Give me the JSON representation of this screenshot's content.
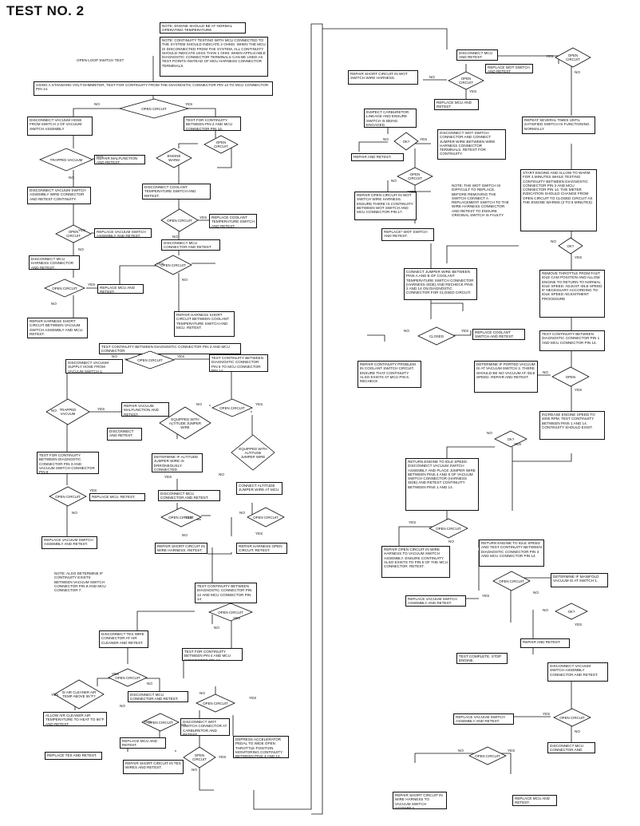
{
  "title": "TEST NO. 2",
  "notes": {
    "engine": "NOTE: ENGINE SHOULD BE AT NORMAL OPERATING TEMPERATURE",
    "continuity": "NOTE: CONTINUITY TESTING WITH MCU CONNECTED TO THE SYSTEM SHOULD INDICATE 2 OHMS. WHEN THE MCU IS DISCONNECTED FROM THE SYSTEM, ALL CONTINUITY SHOULD INDICATE LESS THAN 1 OHM. WHEN APPLICABLE DIAGNOSTIC CONNECTOR TERMINALS CAN BE USED AS TEST POINTS INSTEAD OF MCU HARNESS CONNECTOR TERMINALS.",
    "also": "NOTE: ALSO DETERMINE IF CONTINUITY EXISTS BETWEEN VACUUM SWITCH CONNECTOR PIN 8 AND MCU CONNECTOR 7.",
    "wot": "NOTE: THE WOT SWITCH IS DIFFICULT TO REPLACE. BEFORE REMOVING THE SWITCH CONNECT A REPLACEMENT SWITCH TO THE WIRE HARNESS CONNECTOR AND RETEST TO ENSURE ORIGINAL SWITCH IS FAULTY"
  },
  "left": {
    "open_loop": "OPEN LOOP SWITCH TEST",
    "using": "USING A STANDARD VOLT-OHMMETER, TEST FOR CONTINUITY FROM THE DIAGNOSTIC CONNECTOR PIN 13 TO MCU CONNECTOR PIN 14.",
    "open1": "OPEN CIRCUIT",
    "disc_vac_hose": "DISCONNECT VACUUM HOSE FROM SWITCH 2 OF VACUUM SWITCH ASSEMBLY",
    "test_pin2": "TEST FOR CONTINUITY BETWEEN PIN 2 AND MCU CONNECTOR PIN 14.",
    "trapped1": "TRAPPED VACUUM",
    "repair_malf1": "REPAIR MALFUNCTION AND RETEST.",
    "engine_warm": "ENGINE WARM",
    "open2": "OPEN CIRCUIT",
    "disc_vac_wire": "DISCONNECT VACUUM SWITCH ASSEMBLY WIRE CONNECTOR AND RETEST CONTINUITY.",
    "disc_coolant": "DISCONNECT COOLANT TEMPERATURE SWITCH AND RETEST.",
    "open3": "OPEN CIRCUIT",
    "replace_vac1": "REPLACE VACUUM SWITCH ASSEMBLY AND RETEST.",
    "open4": "OPEN CIRCUIT",
    "replace_coolant": "REPLACE COOLANT TEMPERATURE SWITCH AND RETEST.",
    "disc_mcu1": "DISCONNECT MCU CONNECTOR AND RETEST",
    "disc_mcu_harness": "DISCONNECT MCU HARNESS CONNECTOR AND RETEST.",
    "open5": "OPEN CIRCUIT",
    "open6": "OPEN CIRCUIT",
    "replace_mcu1": "REPLACE MCU AND RETEST.",
    "repair_short1": "REPAIR HARNESS SHORT CIRCUIT BETWEEN VACUUM SWITCH ASSEMBLY AND MCU. RETEST.",
    "repair_short2": "REPAIR HARNESS SHORT CIRCUIT BETWEEN COOLANT TEMPERATURE SWITCH AND MCU. RETEST.",
    "test_pin3": "TEST CONTINUITY BETWEEN DIAGNOSTIC CONNECTOR PIN 3 AND MCU CONNECTOR",
    "disc_vac_supply": "DISCONNECT VACUUM SUPPLY HOSE FROM VACUUM SWITCH 1.",
    "open7": "OPEN CIRCUIT",
    "test_pin5": "TEST CONTINUITY BETWEEN DIAGNOSTIC CONNECTOR PIN 5 TO MCU CONNECTOR PIN 14.",
    "trapped2": "TRAPPED VACUUM",
    "repair_vac_malf": "REPAIR VACUUM MALFUNCTION AND RETEST.",
    "open8": "OPEN CIRCUIT",
    "equipped1": "EQUIPPED WITH ALTITUDE JUMPER WIRE",
    "disconnect_retest": "DISCONNECT AND RETEST.",
    "test_pin3_vac": "TEST FOR CONTINUITY BETWEEN DIAGNOSTIC CONNECTOR PIN 3 AND VACUUM SWITCH CONNECTOR PIN 8",
    "determine_alt": "DETERMINE IF ALTITUDE JUMPER WIRE IS ERRONEOUSLY CONNECTED.",
    "equipped2": "EQUIPPED WITH ALTITUDE JUMPER WIRE",
    "open9": "OPEN CIRCUIT",
    "disc_mcu2": "DISCONNECT MCU CONNECTOR AND RETEST",
    "connect_alt": "CONNECT ALTITUDE JUMPER WIRE AT MCU",
    "replace_mcu2": "REPLACE MCU. RETEST.",
    "open10": "OPEN CIRCUIT",
    "replace_vac2": "REPLACE VACUUM SWITCH ASSEMBLY AND RETEST.",
    "repair_short_wire": "REPAIR SHORT CIRCUIT IN WIRE HARNESS. RETEST.",
    "open11": "OPEN CIRCUIT",
    "repair_harness_open": "REPAIR HARNESS OPEN CIRCUIT. RETEST.",
    "test_pin12": "TEST CONTINUITY BETWEEN DIAGNOSTIC CONNECTOR PIN 12 AND MCU CONNECTOR PIN 14",
    "open12": "OPEN CIRCUIT",
    "disc_tes": "DISCONNECT TES WIRE CONNECTOR AT AIR CLEANER AND RETEST.",
    "open13": "OPEN CIRCUIT",
    "is_air": "IS AIR CLEANER AIR TEMP ABOVE 55°F?",
    "disc_mcu3": "DISCONNECT MCU CONNECTOR AND RETEST.",
    "test_pin4": "TEST FOR CONTINUITY BETWEEN PIN 4 AND MCU CONNECTOR PIN 14.",
    "allow_air": "ALLOW AIR CLEANER AIR TEMPERATURE TO HEAT TO 66°F AND RETEST.",
    "open14": "OPEN CIRCUIT",
    "open15": "OPEN CIRCUIT",
    "disc_wot": "DISCONNECT WOT SWITCH CONNECTOR AT CARBURETOR AND RETEST.",
    "replace_mcu3": "REPLACE MCU AND RETEST.",
    "replace_tes": "REPLACE TES AND RETEST.",
    "repair_short_tes": "REPAIR SHORT CIRCUIT IN TES WIRES AND RETEST.",
    "open16": "OPEN CIRCUIT",
    "depress": "DEPRESS ACCELERATOR PEDAL TO WIDE OPEN THROTTLE POSITION MONITORING CONTINUITY BETWEEN PINS 4 AND 14."
  },
  "middle": {
    "disc_mcu": "DISCONNECT MCU AND RETEST.",
    "open_a": "OPEN CIRCUIT",
    "repair_short_wot": "REPAIR SHORT CIRCUIT IN WOT SWITCH WIRE HARNESS.",
    "replace_wot1": "REPLACE WOT SWITCH AND RETEST",
    "open_b": "OPEN CIRCUIT",
    "replace_mcu": "REPLACE MCU AND RETEST",
    "inspect": "INSPECT CARBURETOR LINKAGE AND ENSURE SWITCH IS BEING ENGAGED.",
    "ok1": "OK?",
    "disc_wot2": "DISCONNECT WOT SWITCH CONNECTOR AND CONNECT JUMPER WIRE BETWEEN WIRE HARNESS CONNECTOR TERMINALS. RETEST FOR CONTINUITY.",
    "repair_retest": "REPAIR AND RETEST.",
    "open_c": "OPEN CIRCUIT",
    "repair_open_wot": "REPAIR OPEN CIRCUIT IN WOT SWITCH WIRE HARNESS. ENSURE THERE IS CONTINUITY BETWEEN WOT SWITCH AND MCU CONNECTOR PIN 17.",
    "replace_wot2": "REPLACE* WOT SWITCH AND RETEST.",
    "connect_jumper": "CONNECT JUMPER WIRE BETWEEN PINS A AND B OF COOLANT TEMPERATURE SWITCH CONNECTOR (HARNESS SIDE) AND RECHECK PINS 2 AND 14 ON DIAGNOSTIC CONNECTOR FOR CLOSED CIRCUIT.",
    "closed": "CLOSED",
    "replace_coolant": "REPLACE COOLANT SWITCH AND RETEST.",
    "repair_cont": "REPAIR CONTINUITY PROBLEM IN COOLANT SWITCH CIRCUIT. ENSURE THAT CONTINUITY ALSO EXISTS AT MCU PIN 6. RECHECK",
    "return_idle1": "RETURN ENGINE TO IDLE SPEED. DISCONNECT VACUUM SWITCH ASSEMBLY AND PLACE JUMPER WIRE BETWEEN PINS 4 AND 8 OF VACUUM SWITCH CONNECTOR (HARNESS SIDE) AND RETEST CONTINUITY BETWEEN PINS 1 AND 14.",
    "open_d": "OPEN CIRCUIT",
    "repair_open_harness": "REPAIR OPEN CIRCUIT IN WIRE HARNESS TO VACUUM SWITCH ASSEMBLY. ENSURE CONTINUITY ALSO EXISTS TO PIN 5 OF THE MCU CONNECTOR. RETEST.",
    "replace_vac": "REPLACE VACUUM SWITCH ASSEMBLY AND RETEST.",
    "return_idle2": "RETURN ENGINE TO IDLE SPEED AND TEST CONTINUITY BETWEEN DIAGNOSTIC CONNECTOR PIN 3 AND MCU CONNECTOR PIN 14.",
    "open_e": "OPEN CIRCUIT",
    "test_complete": "TEST COMPLETE. STOP ENGINE.",
    "open_f": "OPEN CIRCUIT",
    "repair_short_harness": "REPAIR SHORT CIRCUIT IN WIRE HARNESS TO VACUUM SWITCH ASSEMBLY.",
    "replace_mcu2": "REPLACE MCU AND RETEST."
  },
  "right": {
    "open_a": "OPEN CIRCUIT",
    "replace_wot": "REPLACE WOT SWITCH AND RETEST",
    "repeat": "REPEAT SEVERAL TIMES UNTIL SATISFIED SWITCH IS FUNCTIONING NORMALLY",
    "start_engine": "START ENGINE AND ALLOW TO WARM FOR 4 MINUTES WHILE TESTING CONTINUITY BETWEEN DIAGNOSTIC CONNECTOR PIN 2 AND MCU CONNECTOR PIN 14. THE METER INDICATION SHOULD CHANGE FROM OPEN CIRCUIT TO CLOSED CIRCUIT AS THE ENGINE WARMS (3 TO 5 MINUTES)",
    "ok1": "OK?",
    "remove_throttle": "REMOVE THROTTLE FROM FAST IDLE CAM POSITION AND ALLOW ENGINE TO RETURN TO NORMAL IDLE SPEED. ADJUST IDLE SPEED IF NECESSARY ACCORDING TO IDLE SPEED ADJUSTMENT PROCEDURE",
    "test_pin1": "TEST CONTINUITY BETWEEN DIAGNOSTIC CONNECTOR PIN 1 AND MCU CONNECTOR PIN 14.",
    "determine_ported": "DETERMINE IF PORTED VACUUM IS AT VACUUM SWITCH 2. THERE SHOULD BE NO VACUUM AT IDLE SPEED. REPAIR AND RETEST.",
    "open_b": "OPEN",
    "increase": "INCREASE ENGINE SPEED TO 2000 RPM. TEST CONTINUITY BETWEEN PINS 1 AND 14. CONTINUITY SHOULD EXIST.",
    "ok2": "OK?",
    "determine_manifold": "DETERMINE IF MANIFOLD VACUUM IS AT SWITCH 1.",
    "ok3": "OK?",
    "repair_retest": "REPAIR AND RETEST.",
    "disc_vac": "DISCONNECT VACUUM SWITCH ASSEMBLY CONNECTOR AND RETEST.",
    "replace_vac": "REPLACE VACUUM SWITCH ASSEMBLY AND RETEST.",
    "open_c": "OPEN CIRCUIT",
    "disc_mcu": "DISCONNECT MCU CONNECTOR AND RETEST."
  },
  "labels": {
    "yes": "YES",
    "no": "NO"
  }
}
